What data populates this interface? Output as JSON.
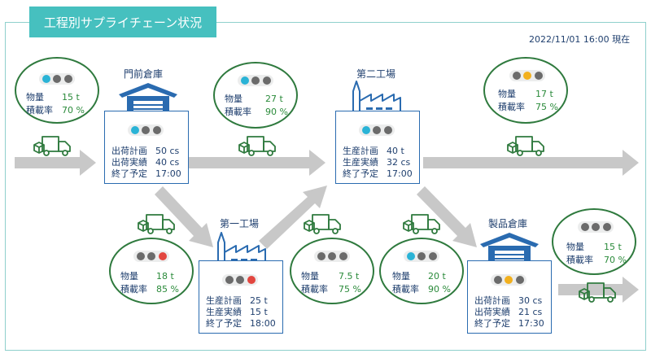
{
  "header": {
    "title": "工程別サプライチェーン状況",
    "timestamp": "2022/11/01 16:00 現在"
  },
  "colors": {
    "accent": "#46c0bf",
    "flow_arrow": "#c8c8c8",
    "bubble_border": "#2f7a3e",
    "site_border": "#2a6bb0",
    "status_off": "#6b6b6b",
    "status_blue": "#2ab3d6",
    "status_amber": "#f2b01e",
    "status_red": "#e2463f"
  },
  "icons": {
    "truck": "truck-icon",
    "warehouse": "warehouse-icon",
    "factory": "factory-icon"
  },
  "labels": {
    "quantity": "物量",
    "load_rate": "積載率"
  },
  "transports": [
    {
      "quantity": "15 t",
      "load_rate": "70 %",
      "status": "blue"
    },
    {
      "quantity": "27 t",
      "load_rate": "90 %",
      "status": "blue"
    },
    {
      "quantity": "17 t",
      "load_rate": "75 %",
      "status": "amber"
    },
    {
      "quantity": "18 t",
      "load_rate": "85 %",
      "status": "red"
    },
    {
      "quantity": "7.5 t",
      "load_rate": "75 %",
      "status": "off"
    },
    {
      "quantity": "20 t",
      "load_rate": "90 %",
      "status": "blue"
    },
    {
      "quantity": "15 t",
      "load_rate": "70 %",
      "status": "off"
    }
  ],
  "sites": [
    {
      "name": "門前倉庫",
      "type": "warehouse",
      "status": "blue",
      "rows": [
        {
          "label": "出荷計画",
          "value": "50 cs"
        },
        {
          "label": "出荷実績",
          "value": "40 cs"
        },
        {
          "label": "終了予定",
          "value": "17:00"
        }
      ]
    },
    {
      "name": "第二工場",
      "type": "factory",
      "status": "blue",
      "rows": [
        {
          "label": "生産計画",
          "value": "40 t"
        },
        {
          "label": "生産実績",
          "value": "32 cs"
        },
        {
          "label": "終了予定",
          "value": "17:00"
        }
      ]
    },
    {
      "name": "第一工場",
      "type": "factory",
      "status": "red",
      "rows": [
        {
          "label": "生産計画",
          "value": "25 t"
        },
        {
          "label": "生産実績",
          "value": "15 t"
        },
        {
          "label": "終了予定",
          "value": "18:00"
        }
      ]
    },
    {
      "name": "製品倉庫",
      "type": "warehouse",
      "status": "amber",
      "rows": [
        {
          "label": "出荷計画",
          "value": "30 cs"
        },
        {
          "label": "出荷実績",
          "value": "21 cs"
        },
        {
          "label": "終了予定",
          "value": "17:30"
        }
      ]
    }
  ]
}
